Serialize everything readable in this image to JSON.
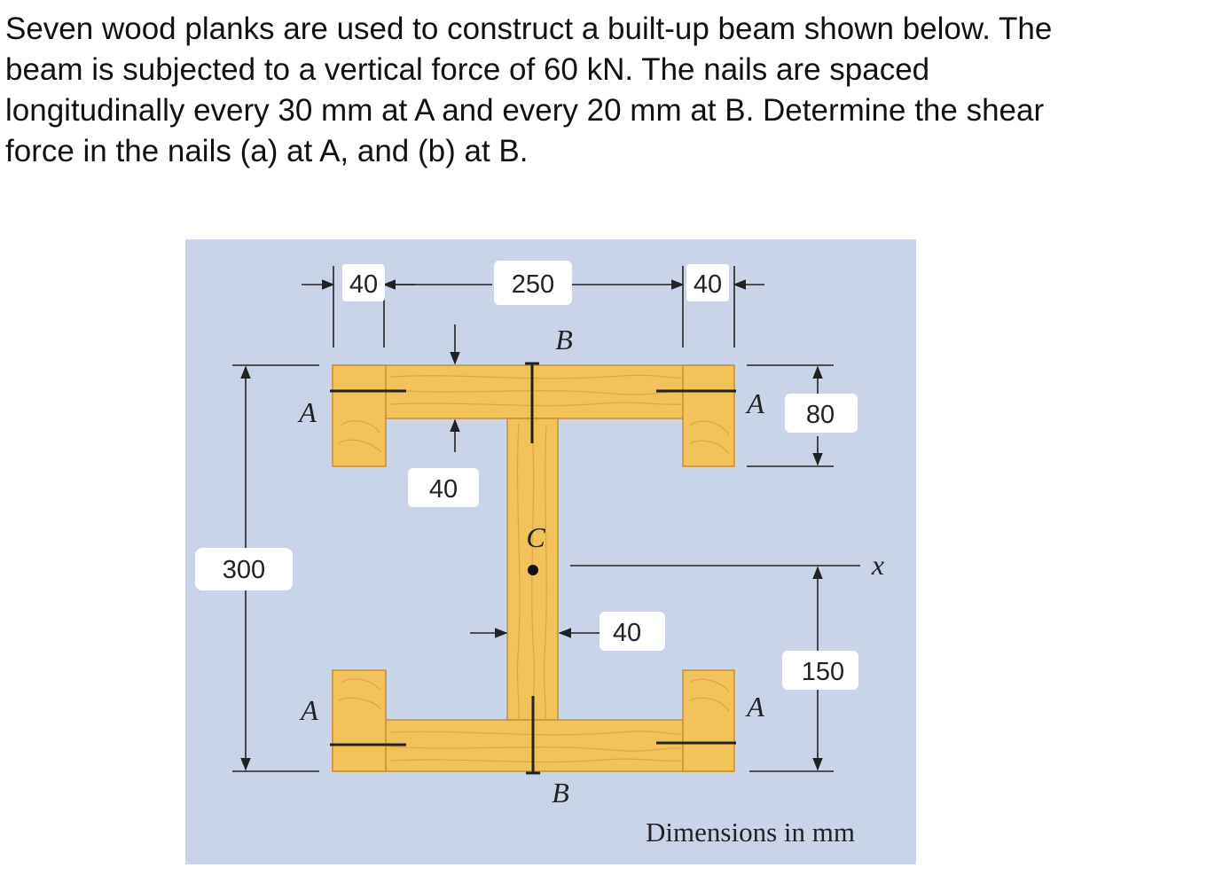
{
  "problem": {
    "lines": [
      "Seven wood planks are used to construct a built-up beam shown below. The",
      "beam is subjected to a vertical force of 60 kN. The nails are spaced",
      "longitudinally every 30 mm at A and every 20 mm at B. Determine the shear",
      "force in the nails (a) at A, and (b) at B."
    ]
  },
  "figure": {
    "dimensions": {
      "left_plank_width": "40",
      "flange_span": "250",
      "right_plank_width": "40",
      "web_thickness_top": "40",
      "depth": "300",
      "plank_height": "80",
      "web_thickness_bottom": "40",
      "neutral_axis_height": "150"
    },
    "labels": {
      "nail_a_top_left": "A",
      "nail_a_top_right": "A",
      "nail_a_bottom_left": "A",
      "nail_a_bottom_right": "A",
      "nail_b_top": "B",
      "nail_b_bottom": "B",
      "centroid": "C",
      "axis": "x"
    },
    "caption": "Dimensions in mm",
    "colors": {
      "background": "#c9d4e8",
      "wood": "#f1c15a",
      "wood_grain": "#d9a23c",
      "line": "#222222"
    }
  }
}
